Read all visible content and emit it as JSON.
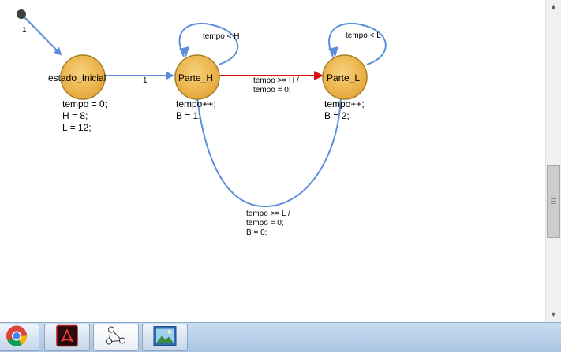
{
  "diagram": {
    "initial_transition_label": "1",
    "states": [
      {
        "name": "estado_Inicial",
        "actions": [
          "tempo = 0;",
          "H = 8;",
          "L = 12;"
        ]
      },
      {
        "name": "Parte_H",
        "actions": [
          "tempo++;",
          "B = 1;"
        ]
      },
      {
        "name": "Parte_L",
        "actions": [
          "tempo++;",
          "B = 2;"
        ]
      }
    ],
    "transitions": [
      {
        "label": [
          "1"
        ]
      },
      {
        "label": [
          "tempo < H"
        ]
      },
      {
        "label": [
          "tempo >= H /",
          "tempo = 0;"
        ]
      },
      {
        "label": [
          "tempo < L"
        ]
      },
      {
        "label": [
          "tempo >= L /",
          "tempo = 0;",
          "B = 0;"
        ]
      }
    ],
    "colors": {
      "state_fill": "#eeb54a",
      "state_border": "#a87f2a",
      "transition": "#5b8fd9",
      "highlighted_transition": "#e01010",
      "initial_dot": "#404040"
    }
  },
  "taskbar": {
    "apps": [
      {
        "name": "chrome-icon"
      },
      {
        "name": "pdf-reader-icon"
      },
      {
        "name": "state-diagram-editor-icon"
      },
      {
        "name": "image-viewer-icon"
      }
    ]
  },
  "scrollbar": {
    "up_glyph": "▲",
    "down_glyph": "▼"
  }
}
